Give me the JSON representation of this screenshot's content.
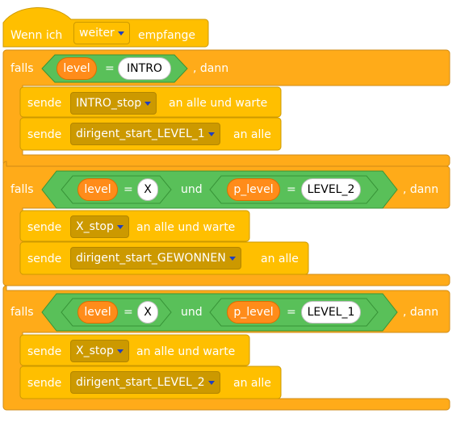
{
  "hat": {
    "prefix": "Wenn ich",
    "message": "weiter",
    "suffix": "empfange"
  },
  "if1": {
    "keyword": "falls",
    "condition": {
      "variable": "level",
      "operator": "=",
      "value": "INTRO"
    },
    "then": ", dann",
    "body": [
      {
        "verb": "sende",
        "message": "INTRO_stop",
        "tail": "an alle und warte"
      },
      {
        "verb": "sende",
        "message": "dirigent_start_LEVEL_1",
        "tail": "an alle"
      }
    ]
  },
  "if2": {
    "keyword": "falls",
    "left": {
      "variable": "level",
      "operator": "=",
      "value": "X"
    },
    "joiner": "und",
    "right": {
      "variable": "p_level",
      "operator": "=",
      "value": "LEVEL_2"
    },
    "then": ", dann",
    "body": [
      {
        "verb": "sende",
        "message": "X_stop",
        "tail": "an alle und warte"
      },
      {
        "verb": "sende",
        "message": "dirigent_start_GEWONNEN",
        "tail": "an alle"
      }
    ]
  },
  "if3": {
    "keyword": "falls",
    "left": {
      "variable": "level",
      "operator": "=",
      "value": "X"
    },
    "joiner": "und",
    "right": {
      "variable": "p_level",
      "operator": "=",
      "value": "LEVEL_1"
    },
    "then": ", dann",
    "body": [
      {
        "verb": "sende",
        "message": "X_stop",
        "tail": "an alle und warte"
      },
      {
        "verb": "sende",
        "message": "dirigent_start_LEVEL_2",
        "tail": "an alle"
      }
    ]
  },
  "colors": {
    "events": "#ffbf00",
    "events_border": "#cc9900",
    "control": "#ffab19",
    "control_border": "#cf8b17",
    "operators": "#59c059",
    "operators_border": "#389438",
    "variables": "#ff8c1a",
    "dropdown_arrow": "#1f3fc0"
  }
}
